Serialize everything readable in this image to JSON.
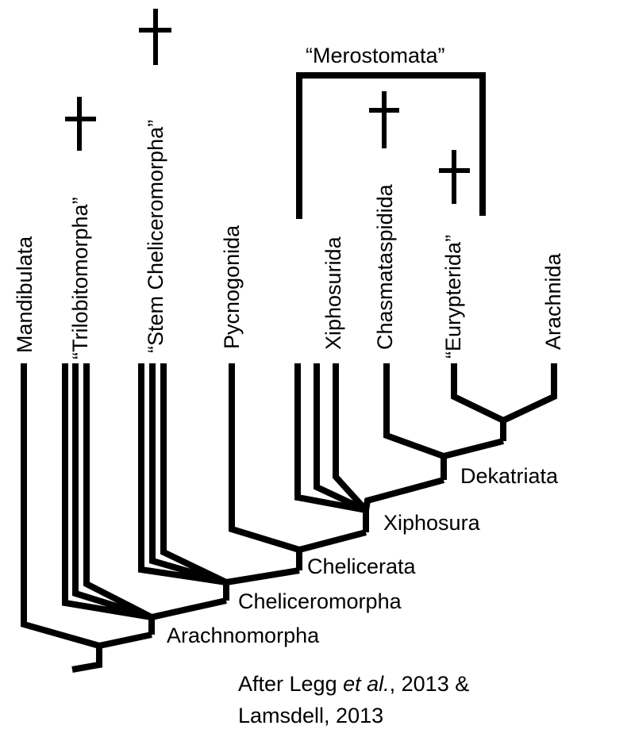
{
  "taxa": {
    "mandibulata": "Mandibulata",
    "trilobitomorpha": "“Trilobitomorpha”",
    "stem_cheliceromorpha": "“Stem Cheliceromorpha”",
    "pycnogonida": "Pycnogonida",
    "xiphosurida": "Xiphosurida",
    "chasmataspidida": "Chasmataspidida",
    "eurypterida": "“Eurypterida”",
    "arachnida": "Arachnida"
  },
  "clades": {
    "merostomata": "“Merostomata”",
    "dekatriata": "Dekatriata",
    "xiphosura": "Xiphosura",
    "chelicerata": "Chelicerata",
    "cheliceromorpha": "Cheliceromorpha",
    "arachnomorpha": "Arachnomorpha"
  },
  "citation": {
    "line1_prefix": "After Legg ",
    "line1_italic": "et al.",
    "line1_suffix": ", 2013 &",
    "line2": "Lamsdell, 2013"
  },
  "extinct_marker_icon": "dagger-icon"
}
